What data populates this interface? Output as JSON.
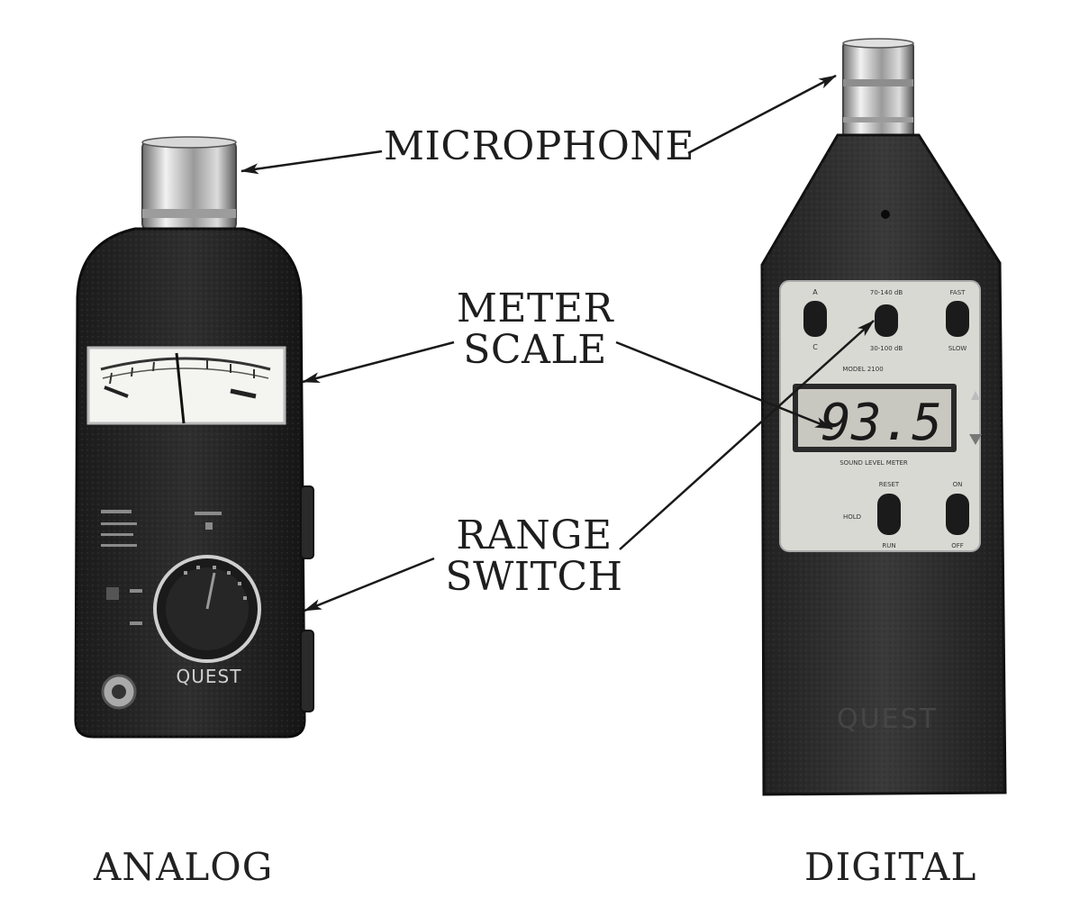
{
  "labels": {
    "microphone": "MICROPHONE",
    "meter_line1": "METER",
    "meter_line2": "SCALE",
    "range_line1": "RANGE",
    "range_line2": "SWITCH"
  },
  "captions": {
    "analog": "ANALOG",
    "digital": "DIGITAL"
  },
  "analog_meter": {
    "brand": "QUEST"
  },
  "digital_meter": {
    "display_value": "93.5",
    "button_labels": {
      "a": "A",
      "c": "C",
      "range_top": "70-140 dB",
      "range_bottom": "30-100 dB",
      "fast": "FAST",
      "slow": "SLOW",
      "model": "MODEL 2100",
      "title": "SOUND LEVEL METER",
      "reset": "RESET",
      "hold": "HOLD",
      "run": "RUN",
      "on": "ON",
      "off": "OFF"
    },
    "brand": "QUEST"
  }
}
